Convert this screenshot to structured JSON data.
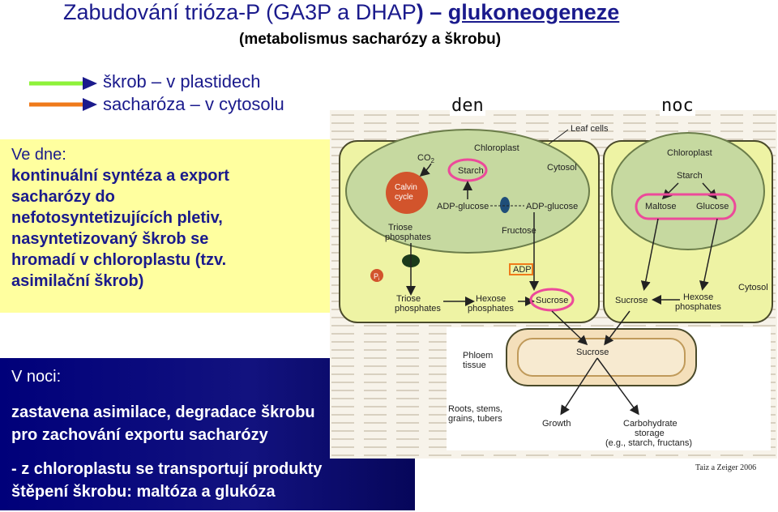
{
  "title": {
    "part1": "Zabudování trióza-P (GA3P a DHAP",
    "part2": ") – ",
    "part3": "glukoneogeneze"
  },
  "subtitle": "(metabolismus sacharózy a škrobu)",
  "legend": [
    {
      "text": "škrob – v plastidech",
      "color": "#8ef23a"
    },
    {
      "text": "sacharóza – v cytosolu",
      "color": "#ef7a1a"
    }
  ],
  "day": {
    "title": "Ve dne:",
    "lines": [
      "kontinuální syntéza a export",
      "sacharózy do",
      "nefotosyntetizujících pletiv,",
      "nasyntetizovaný škrob se",
      "hromadí v chloroplastu (tzv.",
      "asimilační škrob)"
    ]
  },
  "night": {
    "title": "V noci:",
    "line1": "zastavena asimilace, degradace škrobu",
    "line2": "pro zachování exportu sacharózy",
    "line3": "- z chloroplastu se transportují produkty",
    "line4": "štěpení škrobu: maltóza a glukóza"
  },
  "tags": {
    "day": "den",
    "night": "noc"
  },
  "figure": {
    "leaf_cells": "Leaf cells",
    "co2": "CO",
    "co2_sub": "2",
    "chloroplast": "Chloroplast",
    "starch": "Starch",
    "calvin": [
      "Calvin",
      "cycle"
    ],
    "cytosol": "Cytosol",
    "adp_glucose_left": "ADP-glucose",
    "adp_glucose_right": "ADP-glucose",
    "triose_p_left": [
      "Triose",
      "phosphates"
    ],
    "fructose": "Fructose",
    "adp": "ADP",
    "pi": "P",
    "pi_sub": "i",
    "triose_p_bottom": [
      "Triose",
      "phosphates"
    ],
    "hexose_p_left": [
      "Hexose",
      "phosphates"
    ],
    "sucrose_left": "Sucrose",
    "chloroplast_right": "Chloroplast",
    "starch_right": "Starch",
    "maltose": "Maltose",
    "glucose": "Glucose",
    "cytosol_right": "Cytosol",
    "sucrose_right": "Sucrose",
    "hexose_p_right": [
      "Hexose",
      "phosphates"
    ],
    "phloem": [
      "Phloem",
      "tissue"
    ],
    "sucrose_phloem": "Sucrose",
    "roots": [
      "Roots, stems,",
      "grains, tubers"
    ],
    "growth": "Growth",
    "storage": [
      "Carbohydrate",
      "storage",
      "(e.g., starch, fructans)"
    ]
  },
  "credit": "Taiz a Zeiger 2006",
  "colors": {
    "title": "#1a1a8c",
    "day_bg": "#ffff9f",
    "night_bg": "#00007a",
    "cell_fill": "#eef3a4",
    "chloroplast_fill": "#c6d9a0",
    "highlight": "#ec4a9a",
    "calvin_fill": "#d2542c"
  }
}
